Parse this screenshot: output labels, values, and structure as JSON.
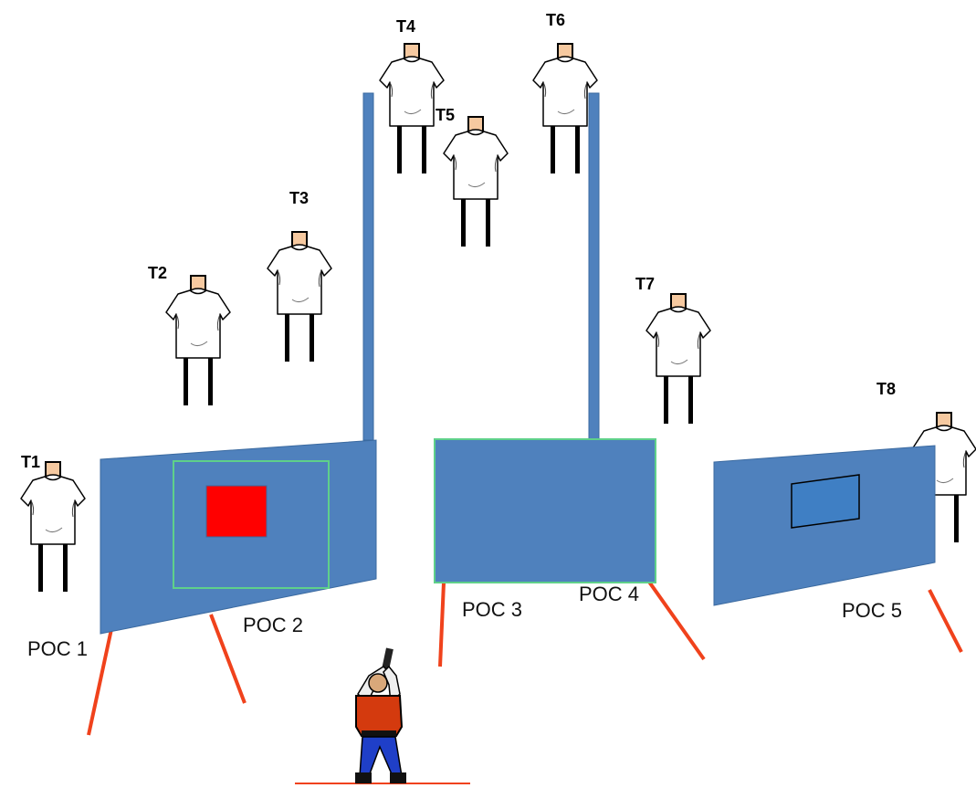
{
  "targets": [
    {
      "id": "t1",
      "label": "T1"
    },
    {
      "id": "t2",
      "label": "T2"
    },
    {
      "id": "t3",
      "label": "T3"
    },
    {
      "id": "t4",
      "label": "T4"
    },
    {
      "id": "t5",
      "label": "T5"
    },
    {
      "id": "t6",
      "label": "T6"
    },
    {
      "id": "t7",
      "label": "T7"
    },
    {
      "id": "t8",
      "label": "T8"
    }
  ],
  "points_of_cover": [
    {
      "id": "poc1",
      "label": "POC 1"
    },
    {
      "id": "poc2",
      "label": "POC 2"
    },
    {
      "id": "poc3",
      "label": "POC 3"
    },
    {
      "id": "poc4",
      "label": "POC 4"
    },
    {
      "id": "poc5",
      "label": "POC 5"
    }
  ],
  "colors": {
    "barrier": "#4f81bd",
    "barrier_outline": "#3b6aa0",
    "window_outline": "#5fd08a",
    "red_target": "#ff0000",
    "support_leg": "#f0421c",
    "skin": "#f6c9a0",
    "shooter_vest": "#d43a0e",
    "shooter_pants": "#1f3fc8",
    "fault_line": "#f0421c"
  },
  "icons": [
    "target-silhouette-icon",
    "shooter-icon"
  ]
}
